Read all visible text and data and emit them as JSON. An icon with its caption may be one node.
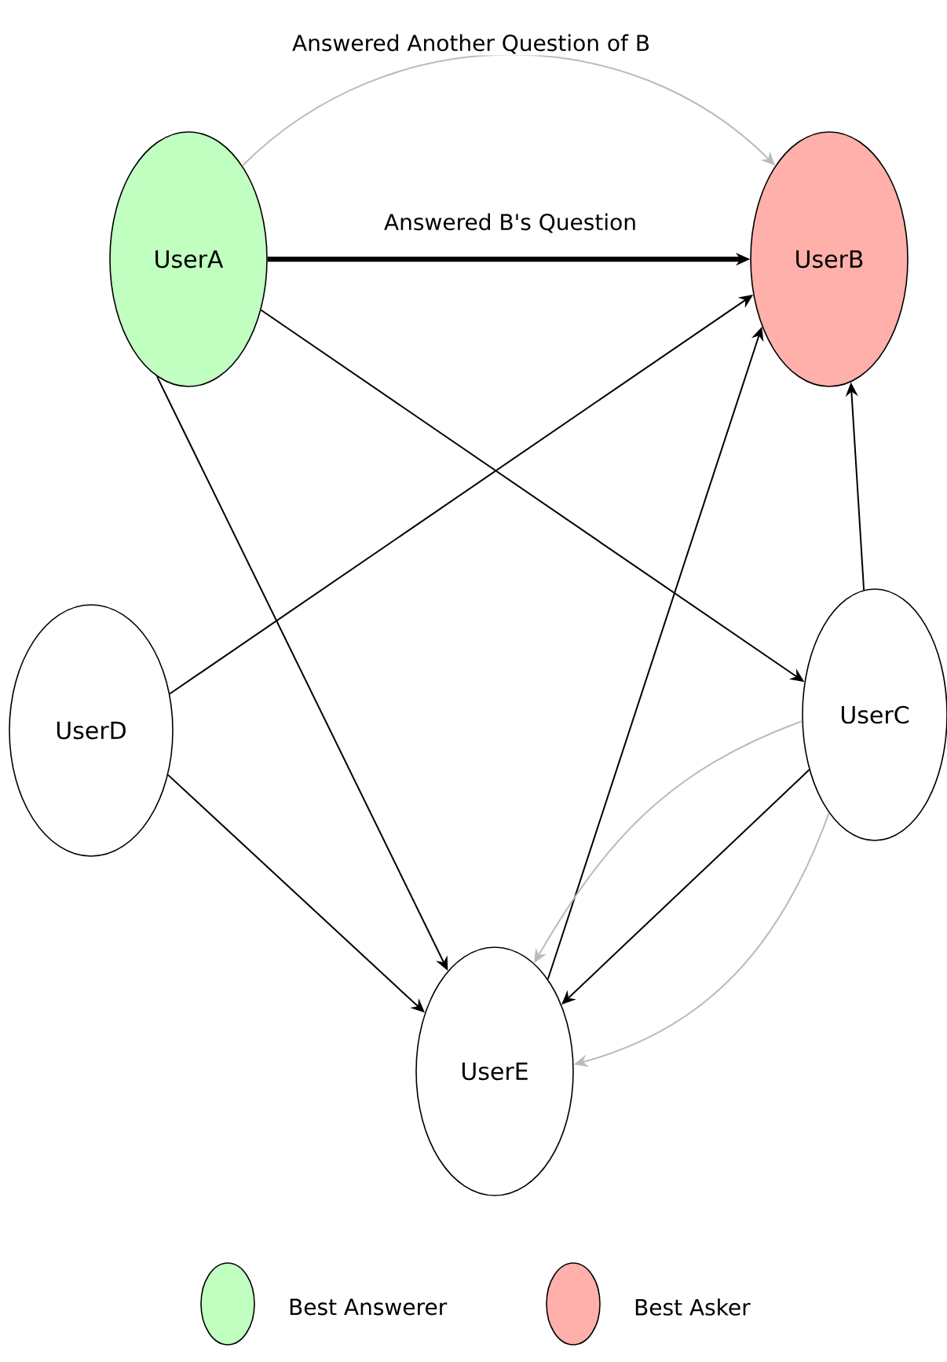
{
  "diagram": {
    "nodes": [
      {
        "text": [
          "UserA"
        ]
      },
      {
        "text": [
          "UserB"
        ]
      },
      {
        "text": [
          "UserC"
        ]
      },
      {
        "text": [
          "UserD"
        ]
      },
      {
        "text": [
          "UserE"
        ]
      }
    ],
    "edges": [
      {
        "from": 0,
        "to": 1,
        "arrow": "to",
        "label": "Answered Another Question of B",
        "color": "#bbbbbb"
      },
      {
        "from": 0,
        "to": 1,
        "arrow": "to",
        "label": "Answered B's Question",
        "style": "thick"
      },
      {
        "from": 0,
        "to": 2,
        "arrow": "to"
      },
      {
        "from": 0,
        "to": 4,
        "arrow": "to"
      },
      {
        "from": 3,
        "to": 1,
        "arrow": "to"
      },
      {
        "from": 3,
        "to": 4,
        "arrow": "to"
      },
      {
        "from": 4,
        "to": 1,
        "arrow": "to"
      },
      {
        "from": 2,
        "to": 1,
        "arrow": "to"
      },
      {
        "from": 2,
        "to": 4,
        "arrow": "to",
        "color": "#bbbbbb"
      },
      {
        "from": 2,
        "to": 4,
        "arrow": "to"
      },
      {
        "from": 2,
        "to": 4,
        "arrow": "to",
        "color": "#bbbbbb"
      }
    ],
    "legend": [
      {
        "text": "Best Answerer",
        "color": "#c0ffc0"
      },
      {
        "text": "Best Asker",
        "color": "#ffb0aa"
      }
    ]
  }
}
